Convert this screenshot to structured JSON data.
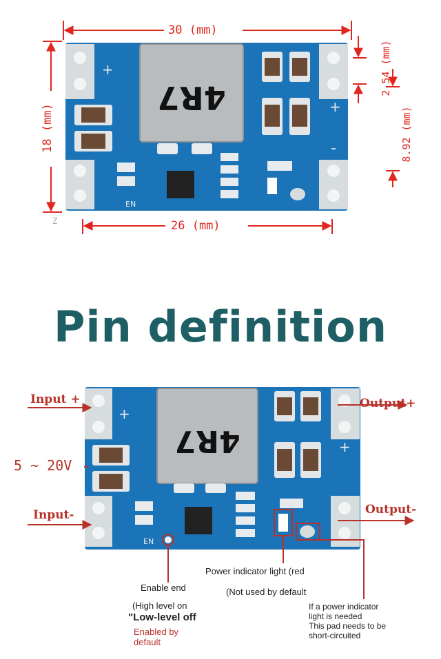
{
  "dimensions": {
    "width_top": "30 (mm)",
    "height_left": "18 (mm)",
    "width_bottom": "26 (mm)",
    "pin_pitch": "2.54 (mm)",
    "pin_spacing": "8.92 (mm)",
    "corner_mark": "Z"
  },
  "board": {
    "inductor_marking": "4R7",
    "en_marking": "EN",
    "plus": "+",
    "minus": "-"
  },
  "title": "Pin definition",
  "pins": {
    "input_plus": "Input +",
    "voltage_range": "5 ~ 20V",
    "input_minus": "Input-",
    "output_plus": "Output+",
    "output_minus": "Output-"
  },
  "notes": {
    "power_indicator": "Power indicator light (red",
    "not_used": "(Not used by default",
    "enable_end": "Enable end",
    "high_level": "(High level on",
    "low_level": "\"Low-level off",
    "enabled_by": "Enabled by",
    "default": "default",
    "short_1": "If a power indicator",
    "short_2": "light is needed",
    "short_3": "This pad needs to be",
    "short_4": "short-circuited"
  },
  "colors": {
    "pcb": "#1b73b8",
    "pcb_dark": "#15609c",
    "pad": "#d7dcdf",
    "inductor": "#b9bcbe",
    "dimension": "#e0261f",
    "title": "#1e5f66",
    "pin_label": "#b8322a"
  }
}
